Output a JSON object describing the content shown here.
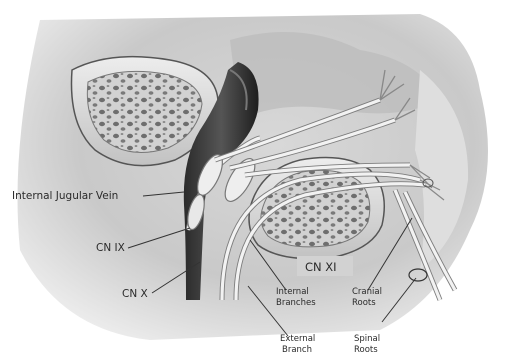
{
  "figure": {
    "labels": {
      "internal_jugular_vein": "Internal Jugular Vein",
      "cn_ix": "CN IX",
      "cn_x": "CN X",
      "cn_xi": "CN XI",
      "internal_branches_1": "Internal",
      "internal_branches_2": "Branches",
      "cranial_roots_1": "Cranial",
      "cranial_roots_2": "Roots",
      "external_branch_1": "External",
      "external_branch_2": "Branch",
      "spinal_roots_1": "Spinal",
      "spinal_roots_2": "Roots"
    }
  }
}
